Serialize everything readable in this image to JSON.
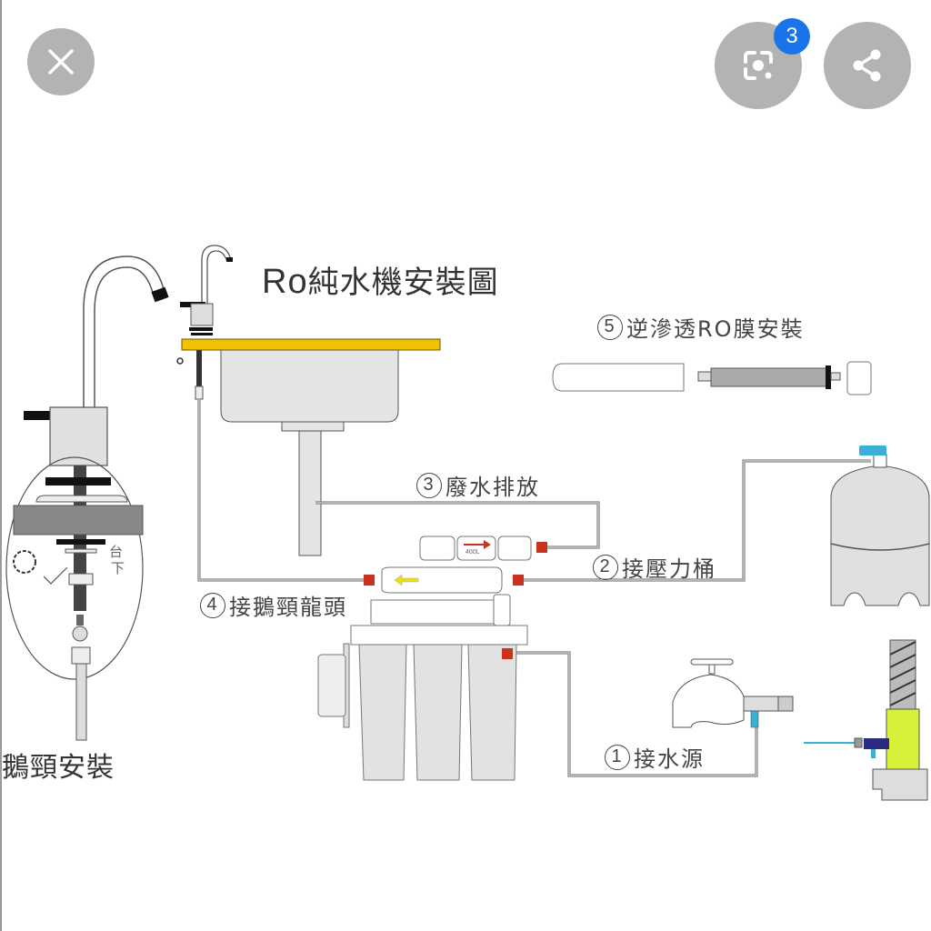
{
  "viewer": {
    "close_button": {
      "icon": "close-icon",
      "label": "Close"
    },
    "lens_button": {
      "icon": "lens-search-icon",
      "badge_count": "3"
    },
    "share_button": {
      "icon": "share-icon"
    }
  },
  "diagram": {
    "title_prefix": "Ro",
    "title_text": "純水機安裝圖",
    "steps": [
      {
        "number": "1",
        "label": "接水源"
      },
      {
        "number": "2",
        "label": "接壓力桶"
      },
      {
        "number": "3",
        "label": "廢水排放"
      },
      {
        "number": "4",
        "label": "接鵝頸龍頭"
      },
      {
        "number": "5",
        "label": "逆滲透RO膜安裝"
      }
    ],
    "faucet_install_label": "鵝頸安裝",
    "under_counter_label_1": "台",
    "under_counter_label_2": "下",
    "flow_restrictor_label": "400L",
    "colors": {
      "countertop": "#f2c200",
      "fitting_red": "#c8321e",
      "valve_blue": "#3ab0d8",
      "adapter_yellow": "#d8f03a",
      "badge_blue": "#1a73e8"
    }
  }
}
